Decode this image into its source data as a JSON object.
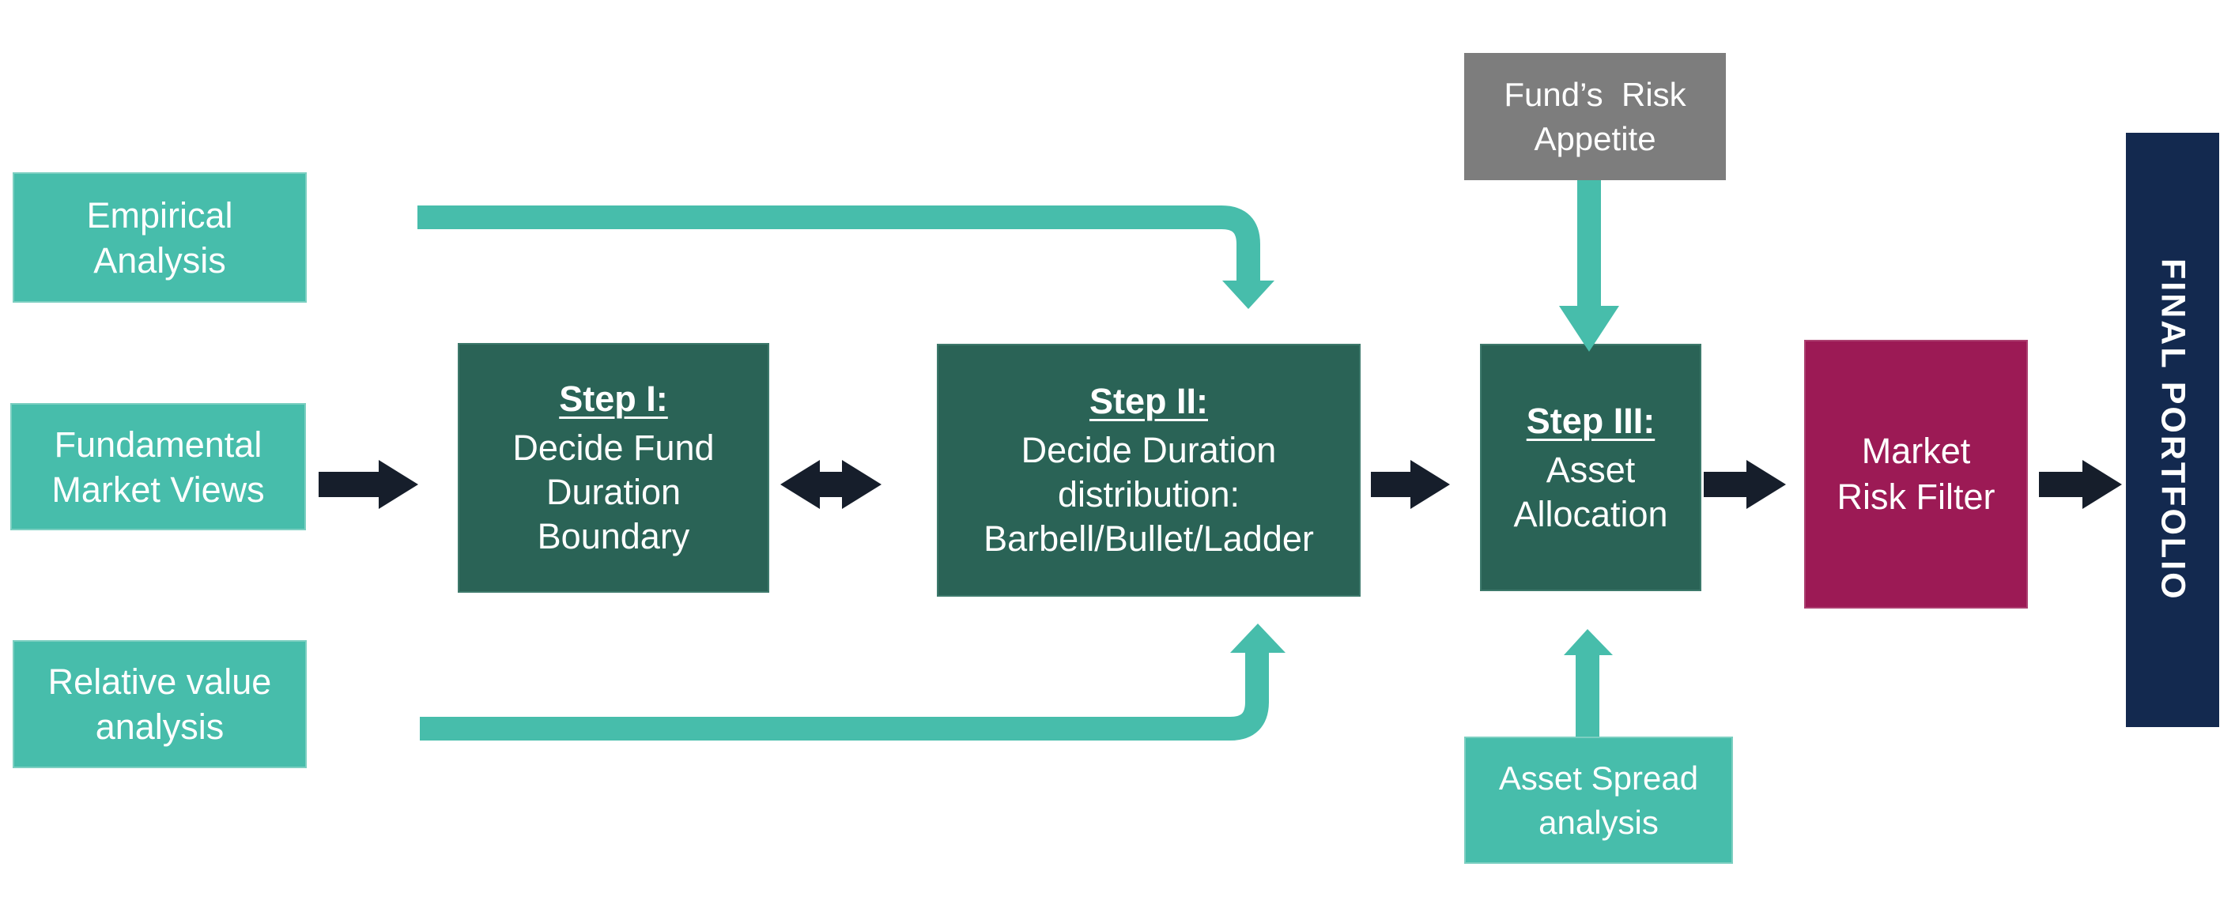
{
  "colors": {
    "teal": "#47BDAB",
    "teal_border": "#7CCFC1",
    "dark_green": "#2A6356",
    "dark_green_border": "#3D796B",
    "gray": "#7D7D7D",
    "magenta": "#9C1A55",
    "magenta_border": "#AC3F70",
    "navy": "#13294F",
    "arrow_dark": "#161E2B"
  },
  "inputs": {
    "empirical": "Empirical\nAnalysis",
    "fundamental": "Fundamental\nMarket Views",
    "relative": "Relative value\nanalysis"
  },
  "steps": {
    "step1": {
      "heading": "Step I:",
      "body": "Decide Fund\nDuration\nBoundary"
    },
    "step2": {
      "heading": "Step II:",
      "body": "Decide Duration\ndistribution:\nBarbell/Bullet/Ladder"
    },
    "step3": {
      "heading": "Step III:",
      "body": "Asset\nAllocation"
    }
  },
  "modifiers": {
    "fund_risk": "Fund’s  Risk\nAppetite",
    "asset_spread": "Asset Spread\nanalysis"
  },
  "outputs": {
    "market_risk": "Market\nRisk Filter",
    "final": "FINAL PORTFOLIO"
  }
}
